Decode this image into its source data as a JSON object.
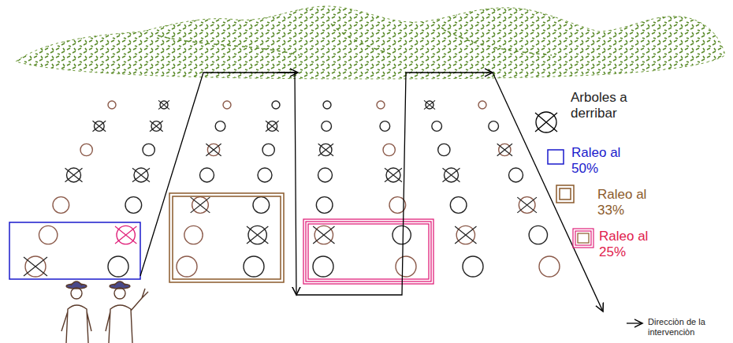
{
  "diagram": {
    "legend": [
      {
        "text": "Arboles a derribar"
      },
      {
        "text": "Raleo al 50%"
      },
      {
        "text": "Raleo al 33%"
      },
      {
        "text": "Raleo al 25%"
      },
      {
        "text": "Direcciòn de la intervenciòn"
      }
    ]
  }
}
